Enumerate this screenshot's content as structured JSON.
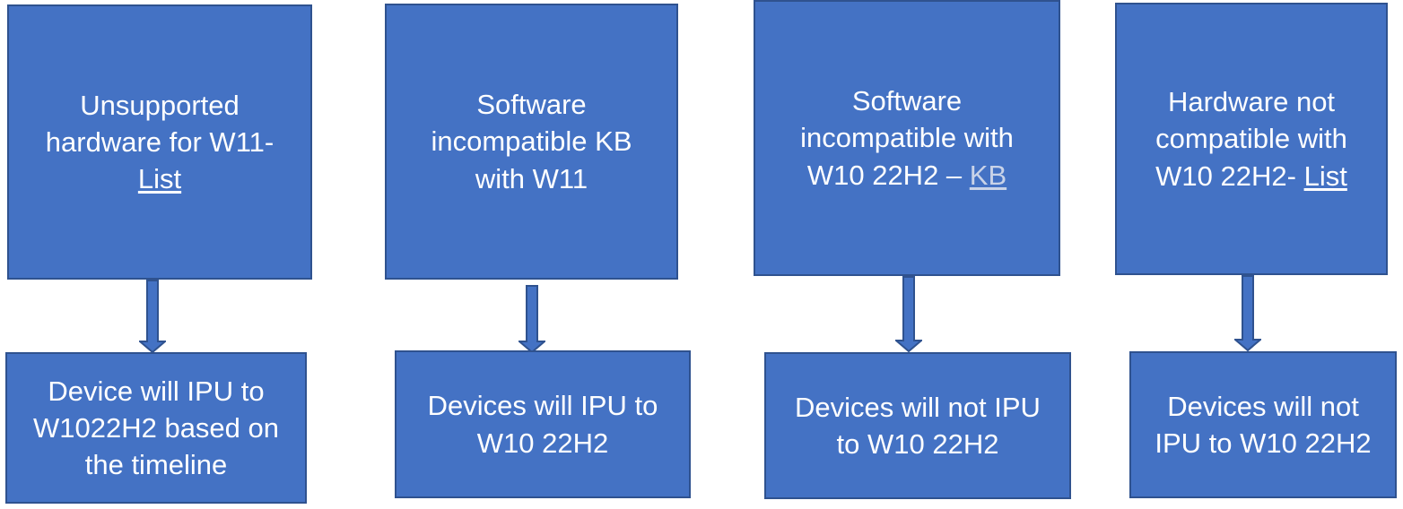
{
  "colors": {
    "box_fill": "#4472c4",
    "box_border": "#2f528f",
    "text": "#ffffff",
    "arrow_fill": "#4472c4",
    "arrow_stroke": "#2f528f"
  },
  "columns": [
    {
      "top": {
        "lines": [
          "Unsupported",
          "hardware for W11-"
        ],
        "link_prefix": "",
        "link": "List"
      },
      "bottom": {
        "lines": [
          "Device will IPU to",
          "W1022H2 based on",
          "the timeline"
        ]
      }
    },
    {
      "top": {
        "lines": [
          "Software",
          "incompatible KB",
          "with W11"
        ],
        "link_prefix": "",
        "link": ""
      },
      "bottom": {
        "lines": [
          "Devices will IPU to",
          "W10 22H2"
        ]
      }
    },
    {
      "top": {
        "lines": [
          "Software",
          "incompatible with"
        ],
        "link_prefix": "W10 22H2 – ",
        "link": "KB"
      },
      "bottom": {
        "lines": [
          "Devices will not IPU",
          "to W10 22H2"
        ]
      }
    },
    {
      "top": {
        "lines": [
          "Hardware not",
          "compatible with"
        ],
        "link_prefix": "W10 22H2- ",
        "link": "List"
      },
      "bottom": {
        "lines": [
          "Devices will not",
          "IPU to W10 22H2"
        ]
      }
    }
  ]
}
